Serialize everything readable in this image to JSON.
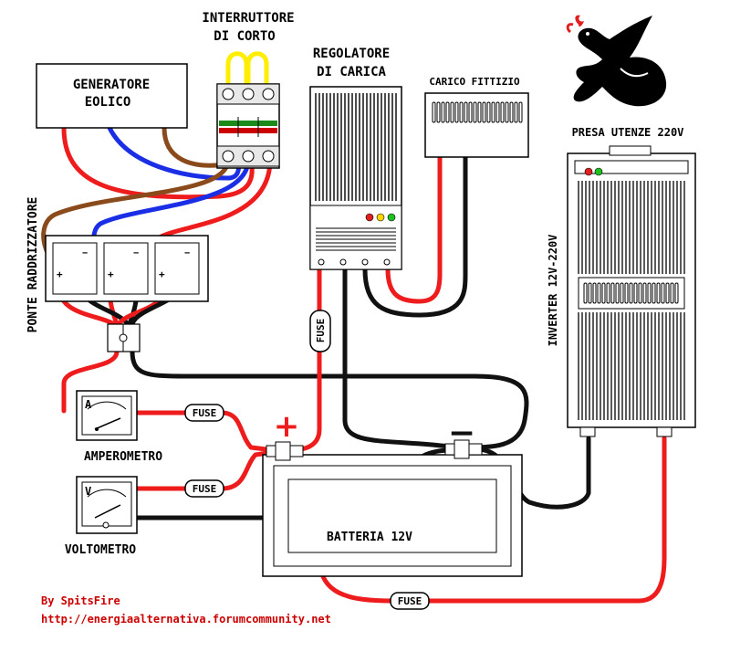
{
  "labels": {
    "generator": [
      "GENERATORE",
      "EOLICO"
    ],
    "switch": [
      "INTERRUTTORE",
      "DI CORTO"
    ],
    "regulator": [
      "REGOLATORE",
      "DI CARICA"
    ],
    "dummy_load": "CARICO FITTIZIO",
    "outlet": "PRESA UTENZE 220V",
    "inverter": "INVERTER 12V-220V",
    "rectifier": "PONTE RADDRIZZATORE",
    "ammeter": "AMPEROMETRO",
    "voltmeter": "VOLTOMETRO",
    "battery": "BATTERIA 12V",
    "plus": "+",
    "minus": "−",
    "ammeter_letter": "A",
    "voltmeter_letter": "V"
  },
  "fuses": {
    "regulator": "FUSE",
    "ammeter": "FUSE",
    "voltmeter": "FUSE",
    "inverter": "FUSE"
  },
  "credits": {
    "author": "By  SpitsFire",
    "url": "http://energiaalternativa.forumcommunity.net"
  },
  "colors": {
    "red_wire": "#ee1c1c",
    "black_wire": "#111111",
    "blue_wire": "#1a2ee6",
    "brown_wire": "#8a4a1c",
    "yellow_wire": "#ffee00",
    "credit_text": "#cc0000"
  },
  "icons": [
    "dragon-logo-icon",
    "ammeter-dial-icon",
    "voltmeter-dial-icon",
    "led-icon"
  ]
}
